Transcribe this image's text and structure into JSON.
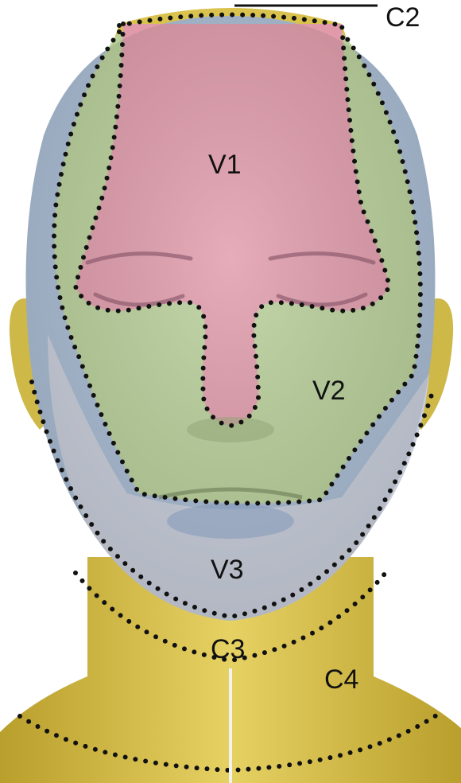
{
  "labels": {
    "v1": "V1",
    "v2": "V2",
    "v3": "V3",
    "c2": "C2",
    "c3": "C3",
    "c4": "C4"
  },
  "colors": {
    "v1": "#e09aaa",
    "v2": "#b9d09a",
    "v3": "#9cb3cf",
    "c2": "#9fb6d6",
    "c_neck": "#d9c24e",
    "background": "#ffffff",
    "border_dots": "#111111"
  }
}
